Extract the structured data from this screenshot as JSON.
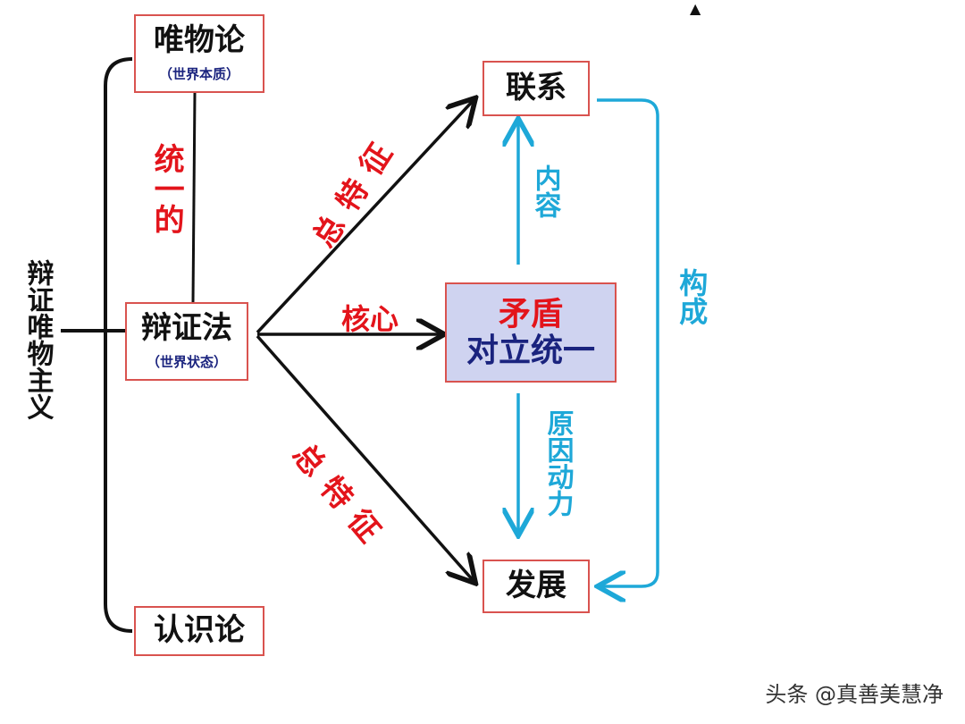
{
  "diagram": {
    "root_label": "辩证唯物主义",
    "branches": {
      "materialism": {
        "title": "唯物论",
        "subtitle": "（世界本质）"
      },
      "dialectics": {
        "title": "辩证法",
        "subtitle": "（世界状态）"
      },
      "epistemology": {
        "title": "认识论"
      }
    },
    "unified_label": "统一的",
    "edge_labels": {
      "general_feature_upper": "总特征",
      "core": "核心",
      "general_feature_lower": "总特征",
      "content": "内容",
      "cause_force": "原因动力",
      "constitute": "构成"
    },
    "nodes": {
      "connection": "联系",
      "contradiction_line1": "矛盾",
      "contradiction_line2": "对立统一",
      "development": "发展"
    },
    "top_marker": "▲"
  },
  "watermark": "头条 @真善美慧净",
  "colors": {
    "red": "#e3141b",
    "cyan": "#1ea8d8",
    "navy": "#1a237e",
    "box_border": "#d9534f",
    "box_fill": "#cfd3f0"
  }
}
